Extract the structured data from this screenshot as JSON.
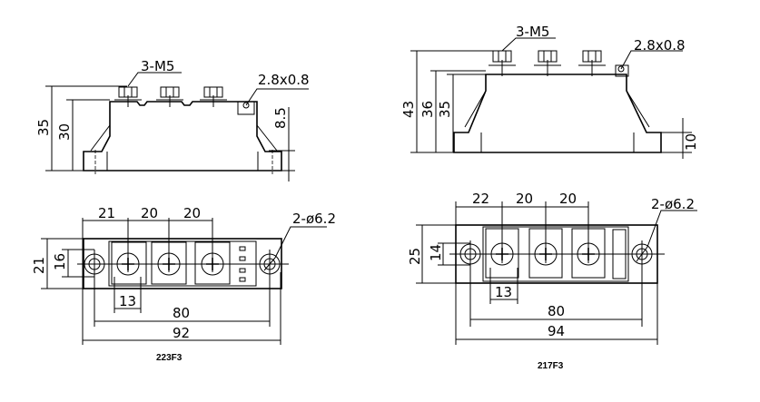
{
  "left_module": {
    "caption": "223F3",
    "side_view": {
      "thread_label": "3-M5",
      "tab_label": "2.8x0.8",
      "height_total": "35",
      "height_body": "30",
      "height_tab": "8.5"
    },
    "top_view": {
      "pitch_1": "21",
      "pitch_2": "20",
      "pitch_3": "20",
      "hole_label": "2-ø6.2",
      "width_total": "21",
      "width_inner": "16",
      "terminal_width": "13",
      "hole_spacing": "80",
      "length_total": "92"
    }
  },
  "right_module": {
    "caption": "217F3",
    "side_view": {
      "thread_label": "3-M5",
      "tab_label": "2.8x0.8",
      "height_total": "43",
      "height_mid": "36",
      "height_body": "35",
      "height_base": "10"
    },
    "top_view": {
      "pitch_1": "22",
      "pitch_2": "20",
      "pitch_3": "20",
      "hole_label": "2-ø6.2",
      "width_total": "25",
      "width_inner": "14",
      "terminal_width": "13",
      "hole_spacing": "80",
      "length_total": "94"
    }
  }
}
